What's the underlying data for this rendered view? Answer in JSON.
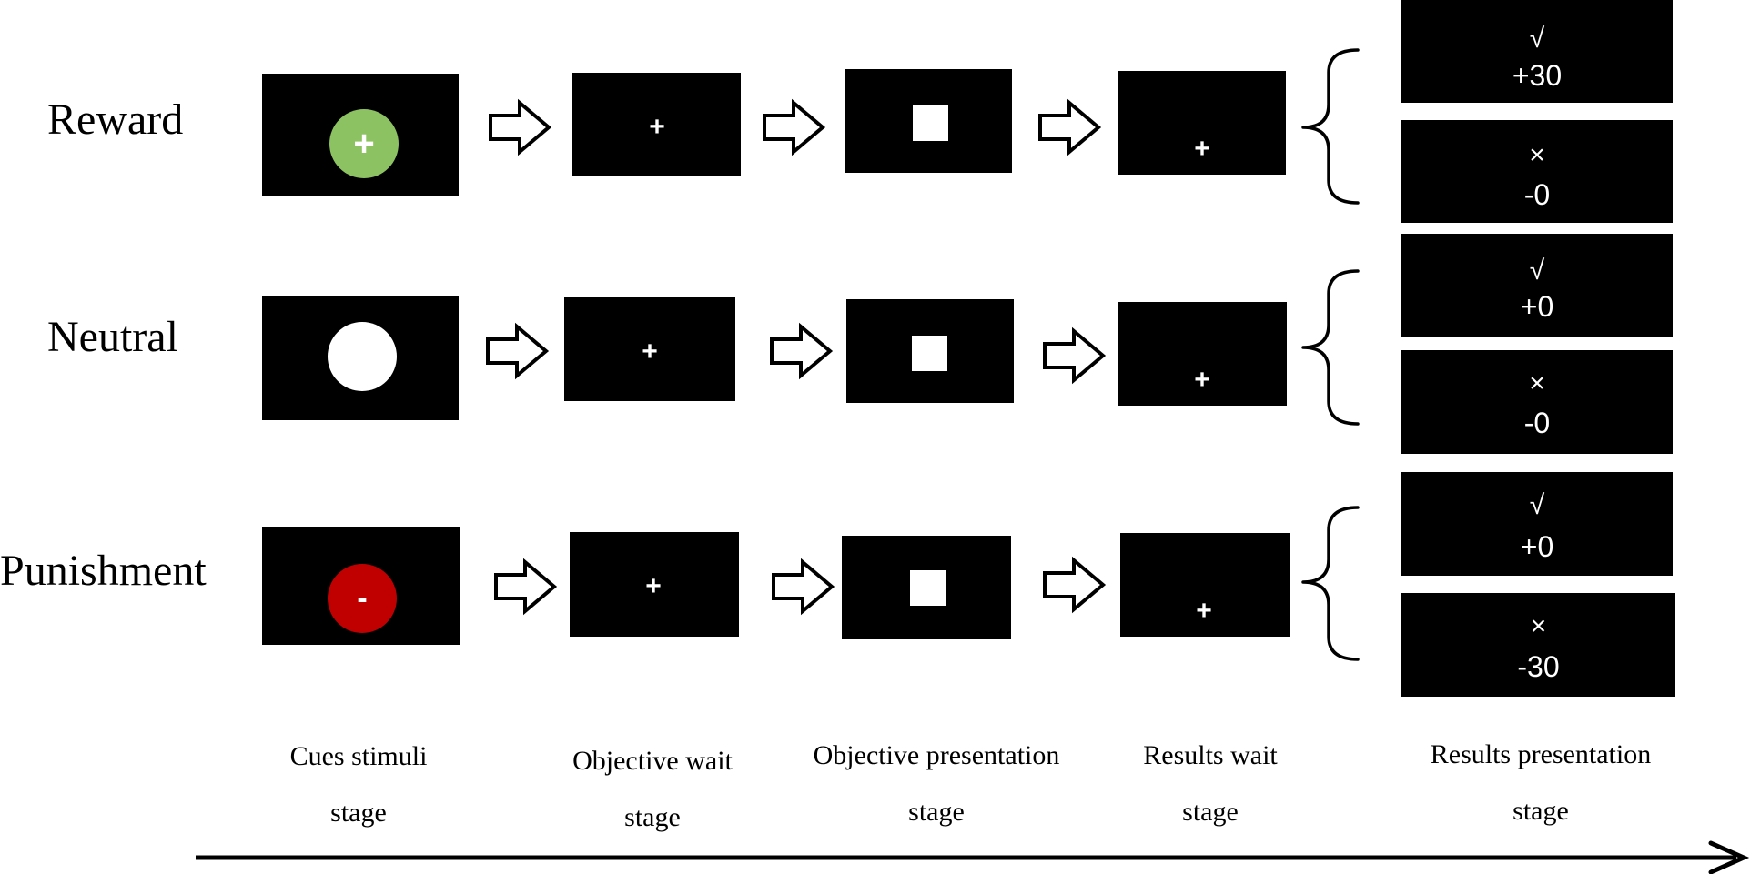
{
  "rows": [
    {
      "label": "Reward",
      "cue_symbol": "+",
      "cue_color": "#8dc262",
      "fixation": "+",
      "outcomes": [
        {
          "symbol": "√",
          "value": "+30"
        },
        {
          "symbol": "×",
          "value": "-0"
        }
      ]
    },
    {
      "label": "Neutral",
      "cue_symbol": "",
      "cue_color": "#ffffff",
      "fixation": "+",
      "outcomes": [
        {
          "symbol": "√",
          "value": "+0"
        },
        {
          "symbol": "×",
          "value": "-0"
        }
      ]
    },
    {
      "label": "Punishment",
      "cue_symbol": "-",
      "cue_color": "#c00000",
      "fixation": "+",
      "outcomes": [
        {
          "symbol": "√",
          "value": "+0"
        },
        {
          "symbol": "×",
          "value": "-30"
        }
      ]
    }
  ],
  "stages": [
    {
      "line1": "Cues stimuli",
      "line2": "stage"
    },
    {
      "line1": "Objective wait",
      "line2": "stage"
    },
    {
      "line1": "Objective presentation",
      "line2": "stage"
    },
    {
      "line1": "Results wait",
      "line2": "stage"
    },
    {
      "line1": "Results presentation",
      "line2": "stage"
    }
  ]
}
